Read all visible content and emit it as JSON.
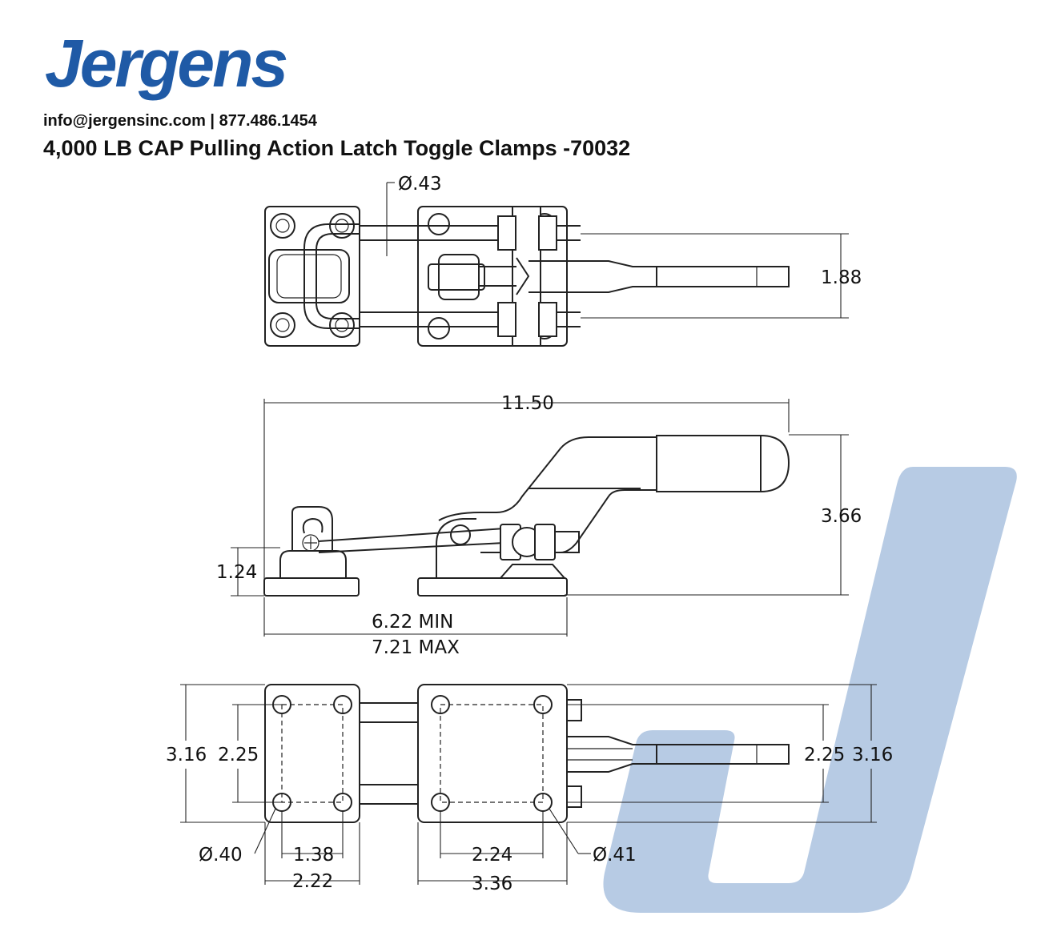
{
  "brand": {
    "logo_text": "Jergens",
    "logo_color": "#1f5aa6",
    "watermark_color": "#b7cbe4"
  },
  "header": {
    "contact": "info@jergensinc.com | 877.486.1454",
    "title": "4,000 LB CAP Pulling Action Latch Toggle Clamps -70032"
  },
  "dimensions": {
    "hole_top": "Ø.43",
    "width_top": "1.88",
    "overall_length": "11.50",
    "height": "3.66",
    "latch_height": "1.24",
    "stroke_min": "6.22 MIN",
    "stroke_max": "7.21 MAX",
    "base_width_left": "3.16",
    "hole_spacing_left": "2.25",
    "hole_spacing_right": "2.25",
    "base_width_right": "3.16",
    "hole_dia_left": "Ø.40",
    "hole_pitch_left": "1.38",
    "base_len_left": "2.22",
    "hole_pitch_right": "2.24",
    "hole_dia_right": "Ø.41",
    "base_len_right": "3.36"
  }
}
